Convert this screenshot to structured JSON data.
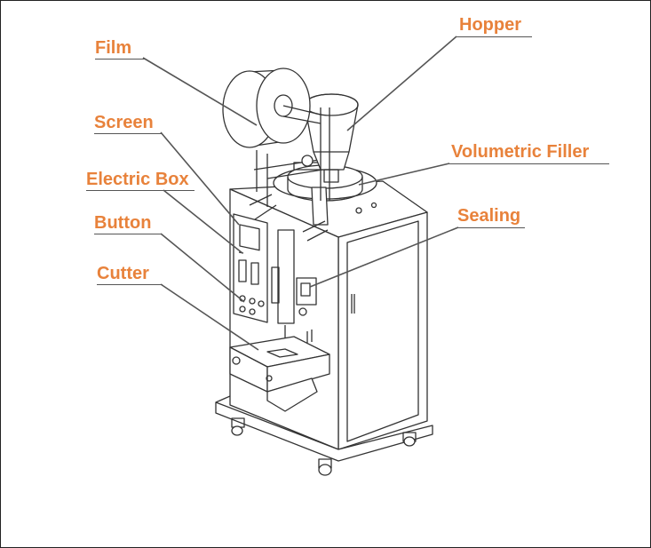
{
  "labels": {
    "hopper": "Hopper",
    "film": "Film",
    "screen": "Screen",
    "volumetric_filler": "Volumetric Filler",
    "electric_box": "Electric Box",
    "sealing": "Sealing",
    "button": "Button",
    "cutter": "Cutter"
  },
  "colors": {
    "label": "#e8823b",
    "line": "#555555",
    "drawing": "#333333"
  }
}
